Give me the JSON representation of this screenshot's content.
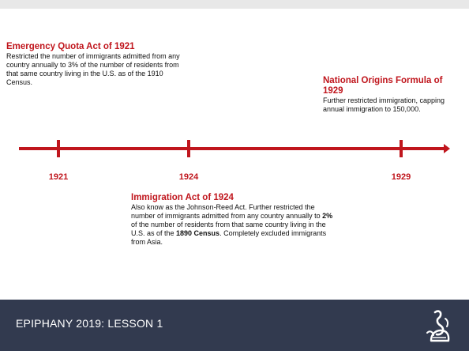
{
  "events": {
    "e1921": {
      "title": "Emergency Quota Act of 1921",
      "desc": "Restricted the number of immigrants admitted from any country annually to 3% of the number of residents from that same country living in the U.S. as of the 1910 Census."
    },
    "e1929": {
      "title": "National Origins Formula of 1929",
      "desc": "Further restricted immigration, capping annual immigration to 150,000."
    },
    "e1924": {
      "title": "Immigration Act of 1924",
      "desc_part1": "Also know as the Johnson-Reed Act. Further restricted the number of immigrants admitted from any country annually to ",
      "desc_bold1": "2%",
      "desc_part2": " of the number of residents from that same country living in the U.S. as of the ",
      "desc_bold2": "1890 Census",
      "desc_part3": ". Completely excluded immigrants from Asia."
    }
  },
  "timeline": {
    "years": [
      "1921",
      "1924",
      "1929"
    ]
  },
  "footer": {
    "title": "EPIPHANY 2019: LESSON 1"
  },
  "colors": {
    "accent": "#c0161d",
    "footer_bg": "#323a4f"
  }
}
